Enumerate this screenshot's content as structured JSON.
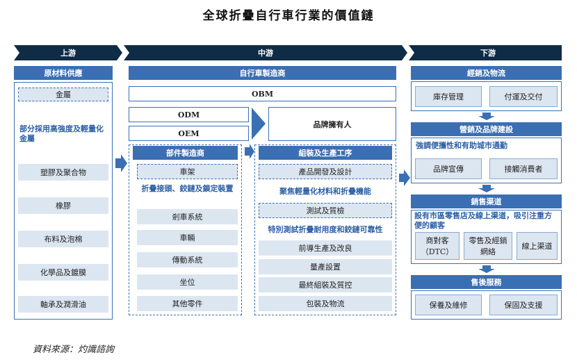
{
  "title": "全球折疊自行車行業的價值鏈",
  "stages": {
    "upstream": "上游",
    "midstream": "中游",
    "downstream": "下游"
  },
  "upstream": {
    "header": "原材料供應",
    "metal": "金屬",
    "note": "部分採用高強度及輕量化金屬",
    "items": [
      "塑膠及聚合物",
      "橡膠",
      "布料及泡棉",
      "化學品及鍍膜",
      "軸承及潤滑油"
    ]
  },
  "midstream": {
    "header": "自行車製造商",
    "obm": "OBM",
    "odm": "ODM",
    "oem": "OEM",
    "brand_owner": "品牌擁有人",
    "parts": {
      "header": "部件製造商",
      "frame": "車架",
      "note": "折疊接頭、鉸鏈及鎖定裝置",
      "items": [
        "剎車系統",
        "車輛",
        "傳動系統",
        "坐位",
        "其他零件"
      ]
    },
    "assembly": {
      "header": "組裝及生產工序",
      "design": "產品開發及設計",
      "note1": "聚焦輕量化材料和折疊機能",
      "test": "測試及質檢",
      "note2": "特別測試折疊耐用度和鉸鏈可靠性",
      "items": [
        "前導生產及改良",
        "量產設置",
        "最終組裝及質控",
        "包裝及物流"
      ]
    }
  },
  "downstream": {
    "dist": {
      "header": "經銷及物流",
      "items": [
        "庫存管理",
        "付運及交付"
      ]
    },
    "marketing": {
      "header": "營銷及品牌建設",
      "note": "強調便攜性和有助城市通勤",
      "items": [
        "品牌宣傳",
        "接觸消費者"
      ]
    },
    "sales": {
      "header": "銷售渠道",
      "note": "設有市區零售店及線上渠道，吸引注重方便的顧客",
      "items": [
        "商對客（DTC）",
        "零售及經銷網絡",
        "線上渠道"
      ]
    },
    "after": {
      "header": "售後服務",
      "items": [
        "保養及維修",
        "保固及支援"
      ]
    }
  },
  "source": "資料來源：灼識諮詢",
  "colors": {
    "dark_navy": "#0f2c47",
    "header_blue": "#3a6fb3",
    "light_blue": "#dce6f1",
    "note_blue": "#2d5fa3"
  }
}
